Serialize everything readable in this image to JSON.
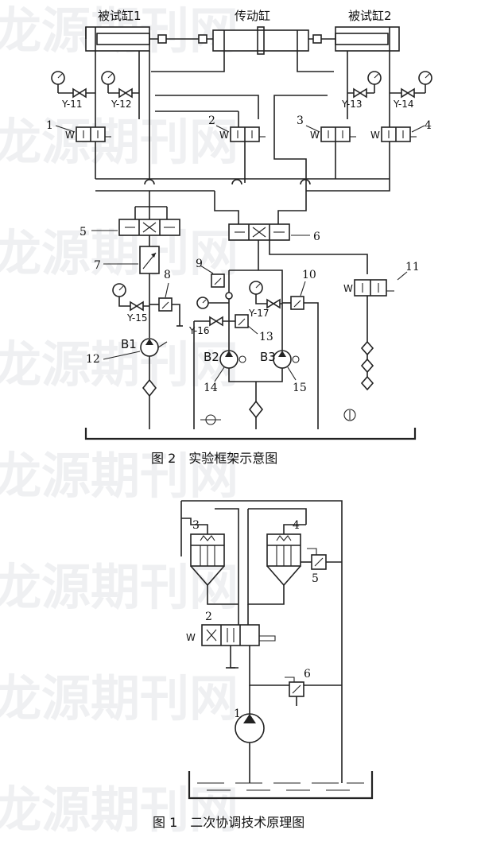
{
  "figure2": {
    "labels": {
      "test_cyl_1": "被试缸1",
      "drive_cyl": "传动缸",
      "test_cyl_2": "被试缸2"
    },
    "valves": {
      "y11": "Y-11",
      "y12": "Y-12",
      "y13": "Y-13",
      "y14": "Y-14",
      "y15": "Y-15",
      "y16": "Y-16",
      "y17": "Y-17"
    },
    "numbers": {
      "n1": "1",
      "n2": "2",
      "n3": "3",
      "n4": "4",
      "n5": "5",
      "n6": "6",
      "n7": "7",
      "n8": "8",
      "n9": "9",
      "n10": "10",
      "n11": "11",
      "n12": "12",
      "n13": "13",
      "n14": "14",
      "n15": "15"
    },
    "pumps": {
      "b1": "B1",
      "b2": "B2",
      "b3": "B3"
    },
    "caption": "图 2　实验框架示意图"
  },
  "figure1": {
    "numbers": {
      "n1": "1",
      "n2": "2",
      "n3": "3",
      "n4": "4",
      "n5": "5",
      "n6": "6"
    },
    "caption": "图 1　二次协调技术原理图"
  },
  "watermark": "龙源期刊网"
}
